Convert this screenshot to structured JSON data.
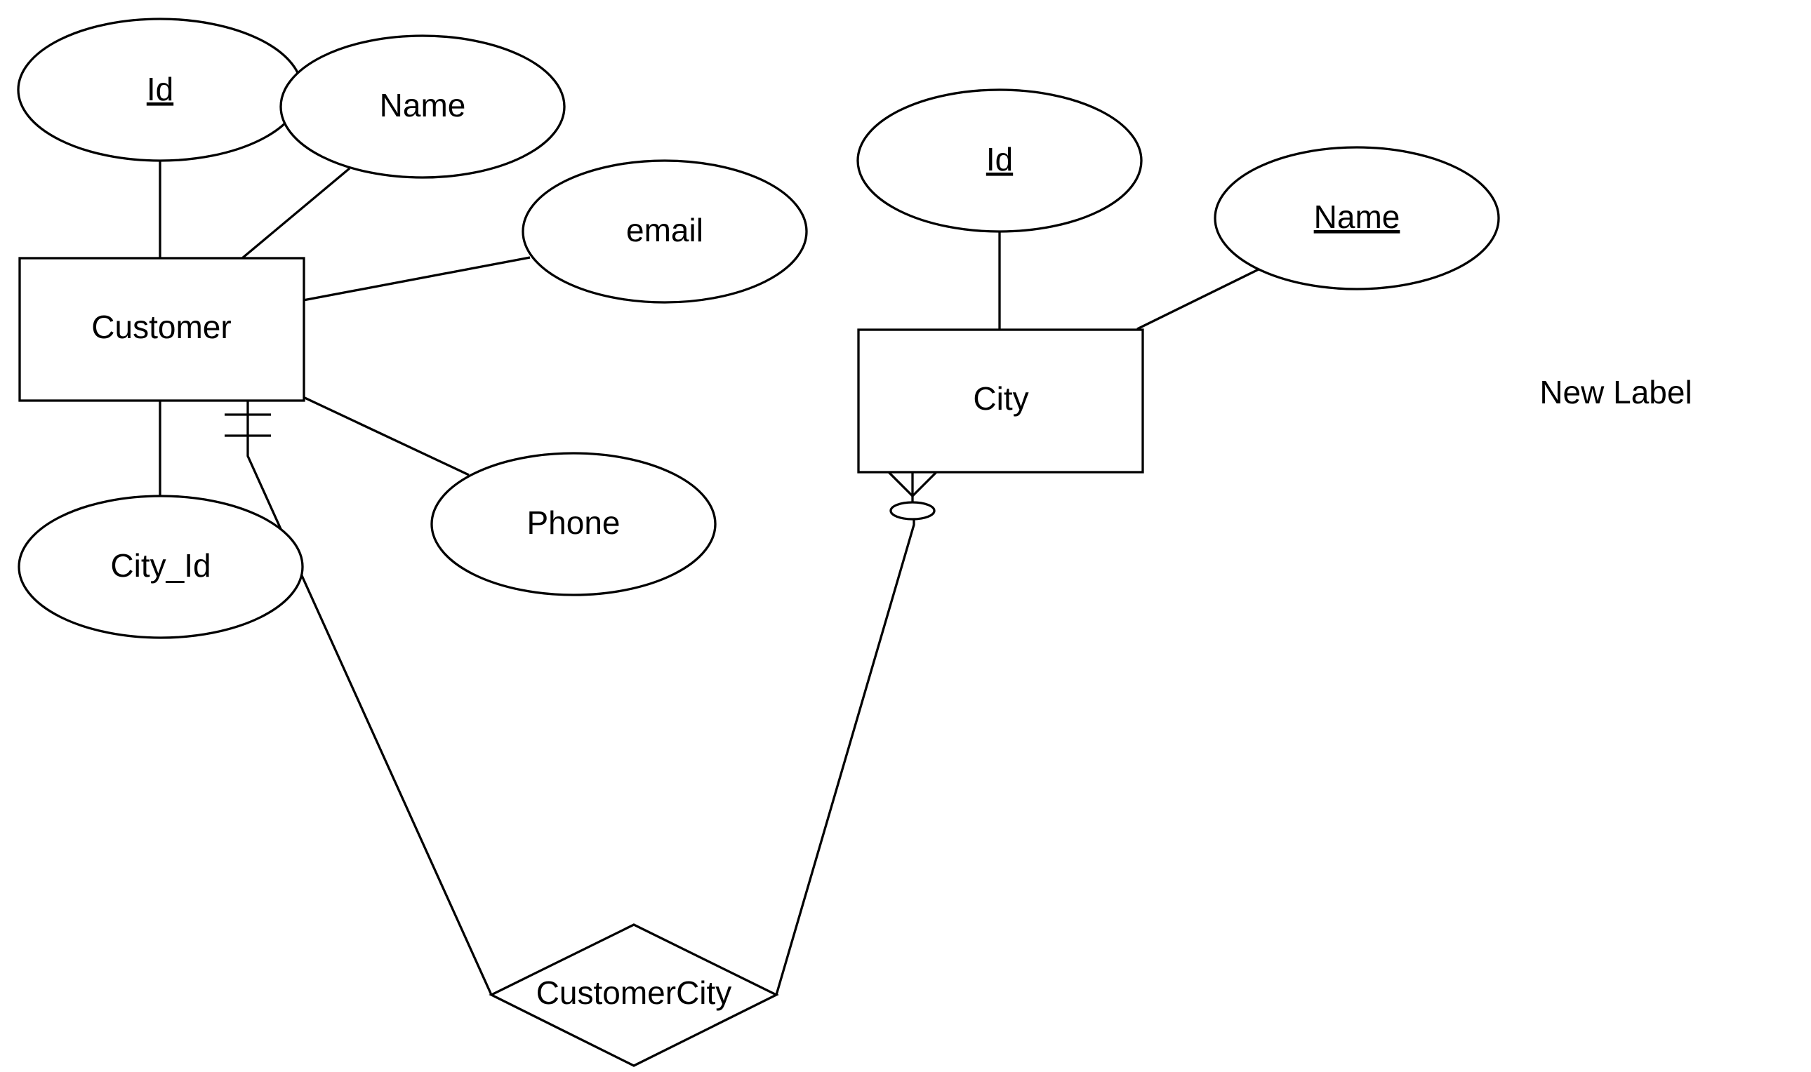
{
  "diagram": {
    "type": "er-diagram",
    "entities": {
      "customer": "Customer",
      "city": "City"
    },
    "attributes": {
      "customer_id": "Id",
      "customer_name": "Name",
      "customer_email": "email",
      "customer_phone": "Phone",
      "customer_city_id": "City_Id",
      "city_id": "Id",
      "city_name": "Name"
    },
    "key_attributes": [
      "customer_id",
      "city_id",
      "city_name"
    ],
    "relationships": {
      "customer_city": "CustomerCity"
    },
    "relationship_ends": {
      "customer_end": "one-and-only-one",
      "city_end": "zero-or-many"
    },
    "free_label": "New Label"
  }
}
